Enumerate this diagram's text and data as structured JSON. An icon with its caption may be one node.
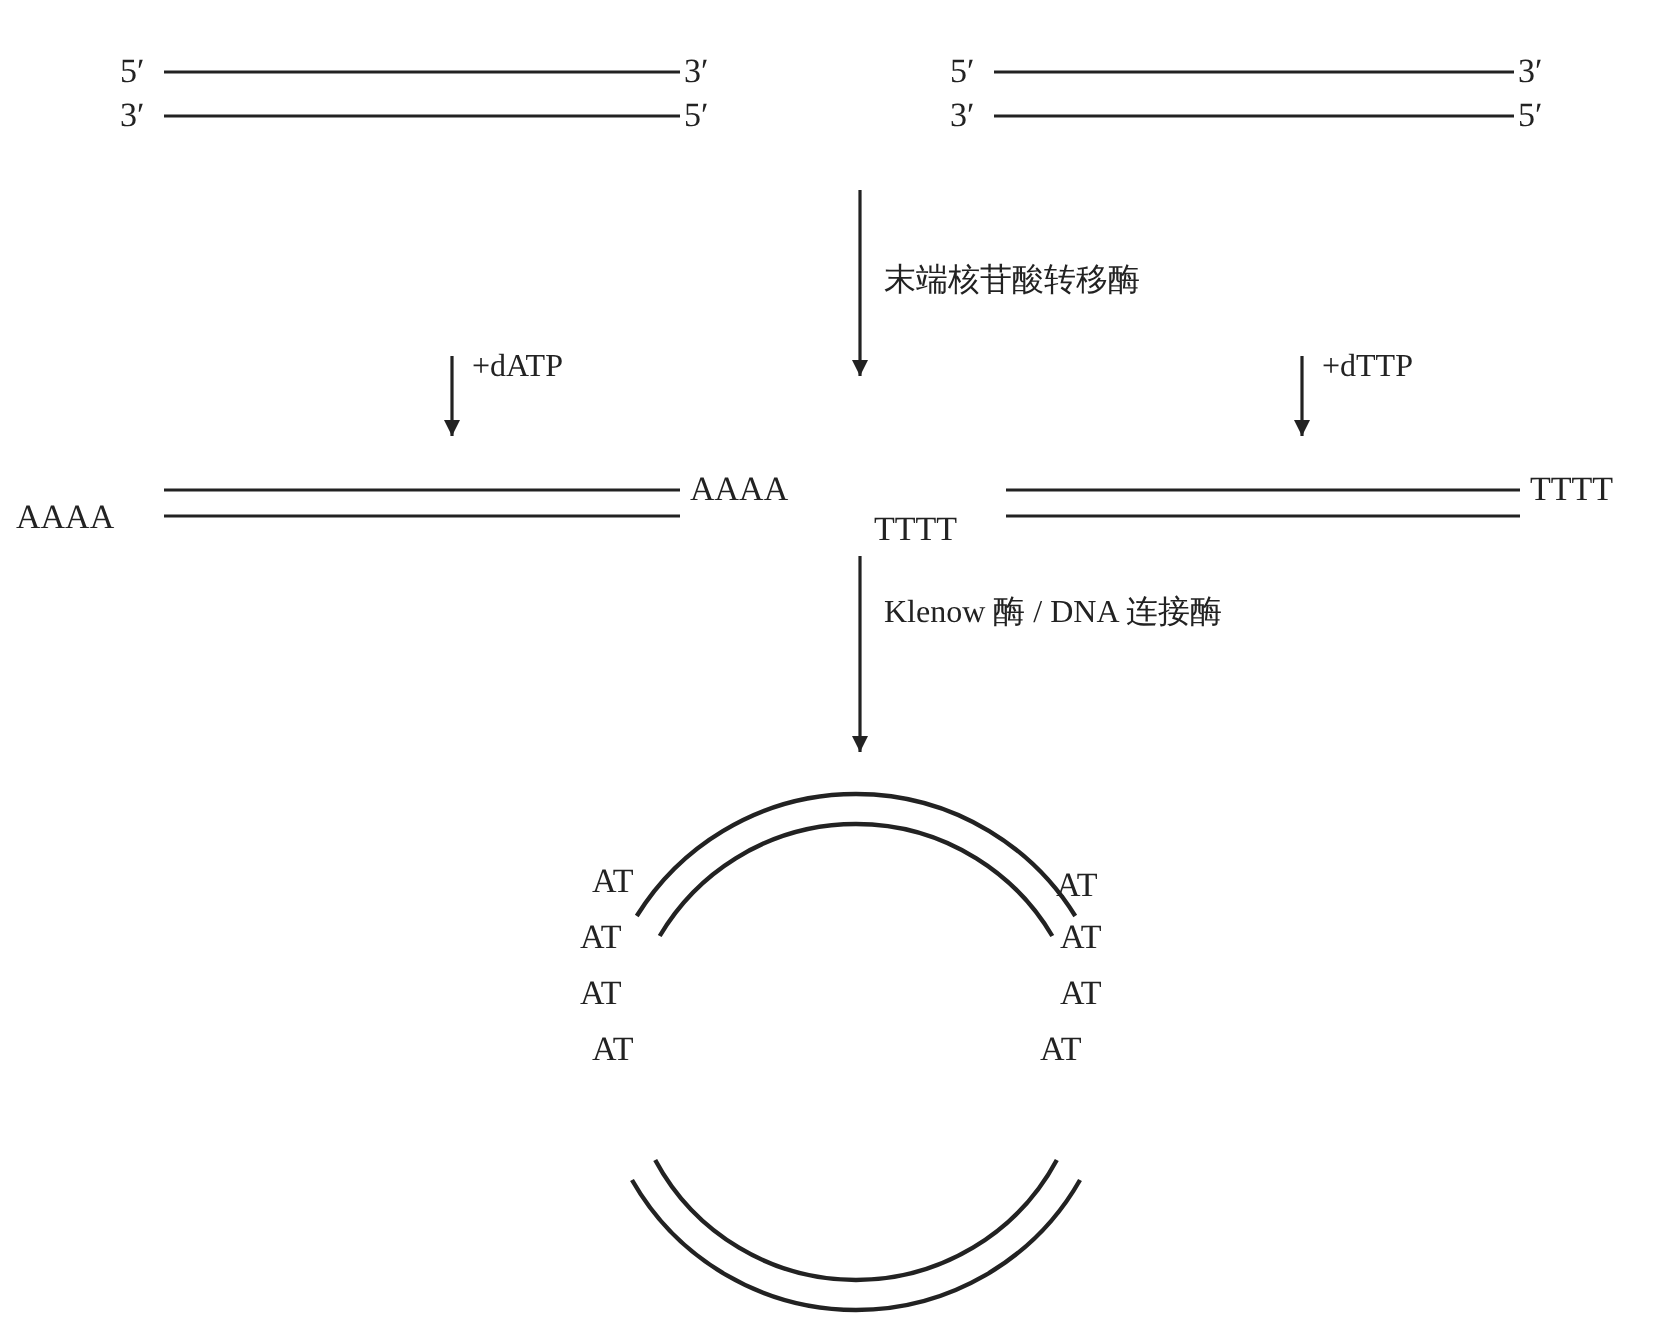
{
  "diagram": {
    "nodes": [
      {
        "text": [
          "5′",
          "3′",
          "3′",
          "5′"
        ]
      },
      {
        "text": [
          "5′",
          "3′",
          "3′",
          "5′"
        ]
      },
      {
        "text": [
          "AAAA",
          "AAAA"
        ]
      },
      {
        "text": [
          "TTTT",
          "TTTT"
        ]
      },
      {
        "text": [
          "AT",
          "AT",
          "AT",
          "AT",
          "AT",
          "AT",
          "AT",
          "AT"
        ]
      }
    ],
    "labels": [
      "末端核苷酸转移酶",
      "+dATP",
      "+dTTP",
      "Klenow 酶 / DNA 连接酶"
    ]
  }
}
